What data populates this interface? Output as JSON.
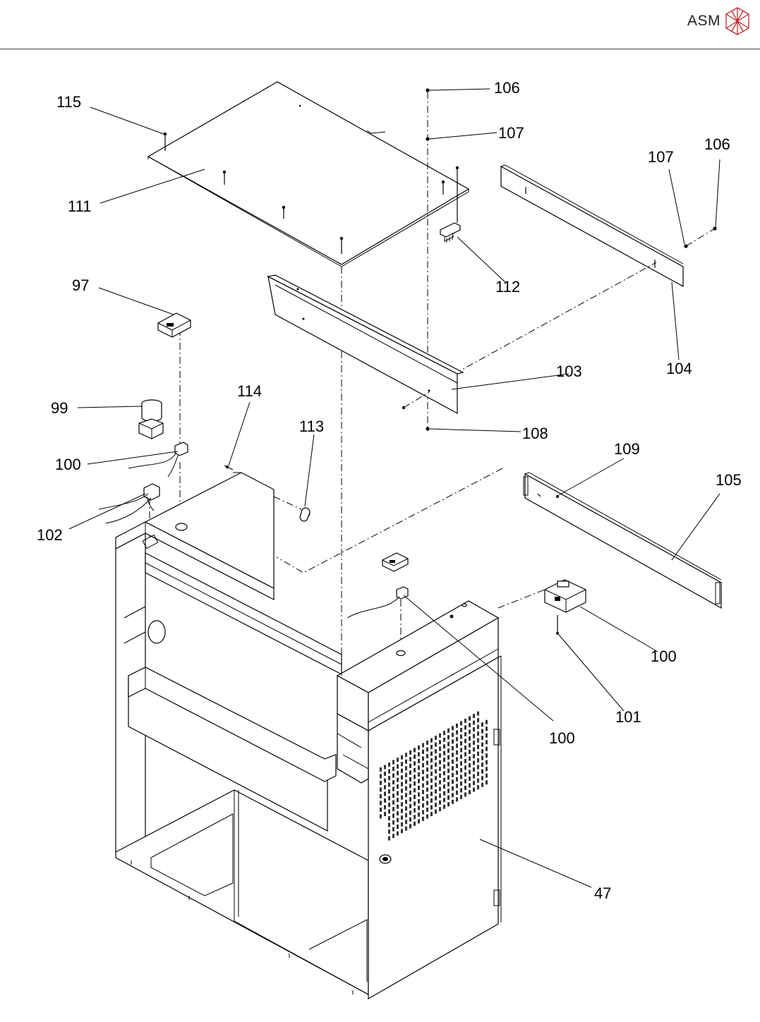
{
  "header": {
    "brand": "ASM",
    "logo_icon": "cube-outline-logo-icon",
    "logo_color": "#c0282d",
    "rule_color": "#444444"
  },
  "callouts": [
    {
      "id": "c115",
      "text": "115"
    },
    {
      "id": "c111",
      "text": "111"
    },
    {
      "id": "c97",
      "text": "97"
    },
    {
      "id": "c99",
      "text": "99"
    },
    {
      "id": "c100a",
      "text": "100"
    },
    {
      "id": "c102",
      "text": "102"
    },
    {
      "id": "c114",
      "text": "114"
    },
    {
      "id": "c113",
      "text": "113"
    },
    {
      "id": "c106a",
      "text": "106"
    },
    {
      "id": "c107a",
      "text": "107"
    },
    {
      "id": "c112",
      "text": "112"
    },
    {
      "id": "c107b",
      "text": "107"
    },
    {
      "id": "c106b",
      "text": "106"
    },
    {
      "id": "c104",
      "text": "104"
    },
    {
      "id": "c103",
      "text": "103"
    },
    {
      "id": "c108",
      "text": "108"
    },
    {
      "id": "c109",
      "text": "109"
    },
    {
      "id": "c105",
      "text": "105"
    },
    {
      "id": "c100b",
      "text": "100"
    },
    {
      "id": "c101",
      "text": "101"
    },
    {
      "id": "c100c",
      "text": "100"
    },
    {
      "id": "c47",
      "text": "47"
    }
  ]
}
